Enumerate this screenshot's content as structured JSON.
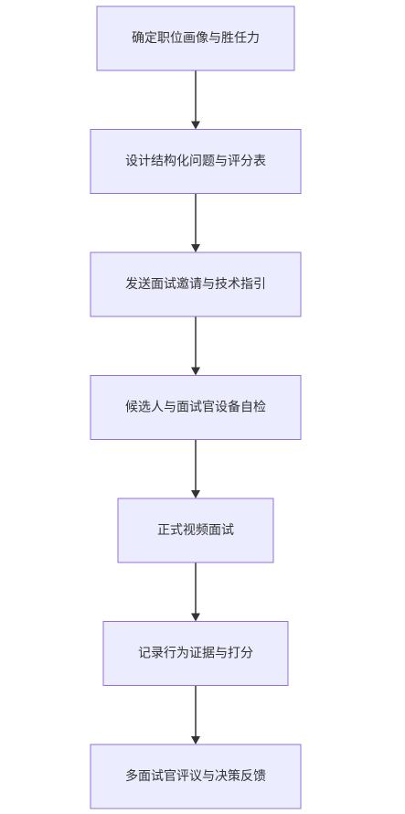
{
  "diagram": {
    "type": "flowchart",
    "direction": "top-to-bottom",
    "colors": {
      "node_fill": "#ececff",
      "node_border": "#9370db",
      "text": "#333333",
      "edge": "#333333"
    },
    "nodes": [
      {
        "id": "n1",
        "label": "确定职位画像与胜任力"
      },
      {
        "id": "n2",
        "label": "设计结构化问题与评分表"
      },
      {
        "id": "n3",
        "label": "发送面试邀请与技术指引"
      },
      {
        "id": "n4",
        "label": "候选人与面试官设备自检"
      },
      {
        "id": "n5",
        "label": "正式视频面试"
      },
      {
        "id": "n6",
        "label": "记录行为证据与打分"
      },
      {
        "id": "n7",
        "label": "多面试官评议与决策反馈"
      }
    ],
    "edges": [
      {
        "from": "n1",
        "to": "n2"
      },
      {
        "from": "n2",
        "to": "n3"
      },
      {
        "from": "n3",
        "to": "n4"
      },
      {
        "from": "n4",
        "to": "n5"
      },
      {
        "from": "n5",
        "to": "n6"
      },
      {
        "from": "n6",
        "to": "n7"
      }
    ]
  }
}
